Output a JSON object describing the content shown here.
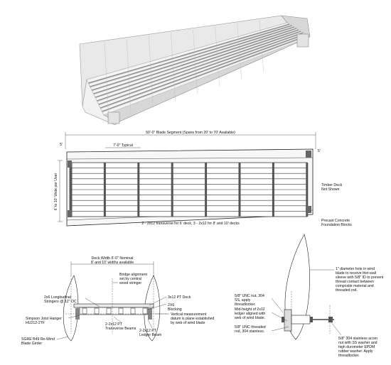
{
  "plan": {
    "overall_dim": "50'-0\" Blade Segment (Spans from 20' to 70' Available)",
    "typical_dim": "7'-0\" Typical",
    "width_dim": "6' to 10' Wide per User",
    "left_tick": "5'",
    "right_tick": "5'",
    "note_deck": "Timber Deck\nNot Shown",
    "note_transverse": "2 - 2x12 transverse for 6' deck, 3 - 2x12 for 8' and 10' decks",
    "note_foundation": "Precast Concrete\nFoundation Blocks"
  },
  "section": {
    "deck_width": "Deck Width 6'-0\" Nominal",
    "deck_width_sub": "8' and 10' widths available",
    "labels": [
      "Bridge alignment\nset by central\nwood stringer",
      "2x6 Longitudinal\nStringers @ 12\" OC",
      "3x12 PT Deck",
      "2X6\nBlocking",
      "Simpson Joist Hanger\nHU212-2TF",
      "Vertical measurement\ndatum is plane established\nby web of wind blade",
      "2-2x12 PT\nTransverse Beams",
      "SGRE B49 Re-Wind\nBlade Girder",
      "2-2x12 PT\nLedger Beam"
    ]
  },
  "detail": {
    "labels": [
      "1\" diameter hole in wind\nblade to receive thin-wall\nsleeve with 5/8\" ID to prevent\nthread contact between\ncomposite material and\nthreaded rod.",
      "5/8\" UNC nut, 304\nSS, apply\nthreadlocker.",
      "Mid-height of 2x12\nledger aligned with\nweb of wind blade.",
      "5/8\" UNC threaded\nrod, 304 stainless.",
      "5/8\" 304 stainless acorn\nnut with SS washer and\nhigh durometer EPDM\nrubber washer. Apply\nthreadlocker."
    ]
  }
}
